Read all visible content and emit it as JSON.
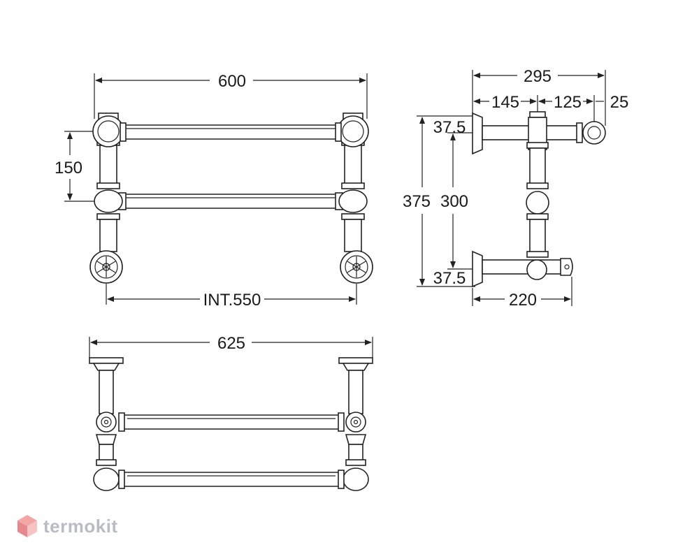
{
  "brand": {
    "logo_text": "termokit",
    "logo_icon": "hexagon-cube-icon",
    "logo_colors": {
      "top": "#f3a6a6",
      "left": "#e7898c",
      "right": "#f6c2c2"
    }
  },
  "front_view": {
    "width_label": "600",
    "rail_spacing_label": "150",
    "inner_width_label": "INT.550"
  },
  "side_view": {
    "depth_total_label": "295",
    "depth_segment_1_label": "145",
    "depth_segment_2_label": "125",
    "depth_segment_3_label": "25",
    "height_total_label": "375",
    "height_inner_label": "300",
    "top_offset_label": "37.5",
    "bottom_offset_label": "37.5",
    "bottom_depth_label": "220"
  },
  "top_view": {
    "width_label": "625"
  },
  "colors": {
    "line": "#222222",
    "text": "#1a1a1a",
    "background": "#ffffff"
  }
}
